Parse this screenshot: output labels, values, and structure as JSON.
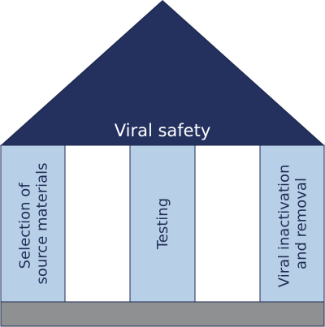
{
  "roof": {
    "label": "Viral safety"
  },
  "pillars": [
    {
      "lines": [
        "Selection of",
        "source materials"
      ]
    },
    {
      "lines": [
        "Testing"
      ]
    },
    {
      "lines": [
        "Viral inactivation",
        "and removal"
      ]
    }
  ],
  "colors": {
    "roof": "#24315e",
    "pillar_fill": "#b8cfe8",
    "outline": "#1e2a50",
    "base": "#8f9092",
    "gap": "#ffffff"
  }
}
